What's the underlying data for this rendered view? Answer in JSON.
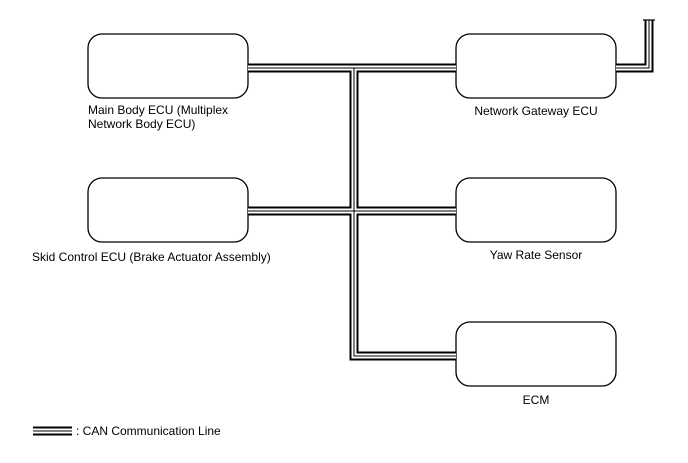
{
  "ecus": {
    "main_body_line1": "Main Body ECU (Multiplex",
    "main_body_line2": "Network Body ECU)",
    "skid_control": "Skid Control ECU (Brake Actuator Assembly)",
    "network_gateway": "Network Gateway ECU",
    "yaw_rate_sensor": "Yaw Rate Sensor",
    "ecm": "ECM"
  },
  "legend": {
    "label": ": CAN Communication Line"
  }
}
